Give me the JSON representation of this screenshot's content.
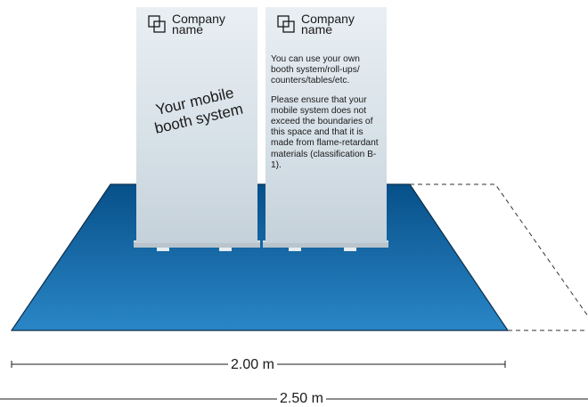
{
  "colors": {
    "floor_top": "#075089",
    "floor_bottom": "#2a86c7",
    "rollup_light": "#e9eff3",
    "rollup_dark": "#c5d1da",
    "base": "#b9c4cc"
  },
  "icons": {
    "logo": "overlapping-squares-icon"
  },
  "rollups": [
    {
      "company_name_line1": "Company",
      "company_name_line2": "name",
      "headline_line1": "Your mobile",
      "headline_line2": "booth system"
    },
    {
      "company_name_line1": "Company",
      "company_name_line2": "name",
      "paragraphs": [
        "You can use your own booth system/roll-ups/ counters/tables/etc.",
        "Please ensure that your mobile system does not exceed the boundaries of this space and that it is made from flame-retardant materials (classification B-1)."
      ]
    }
  ],
  "dimensions": {
    "inner_width": "2.00 m",
    "outer_width": "2.50 m"
  }
}
